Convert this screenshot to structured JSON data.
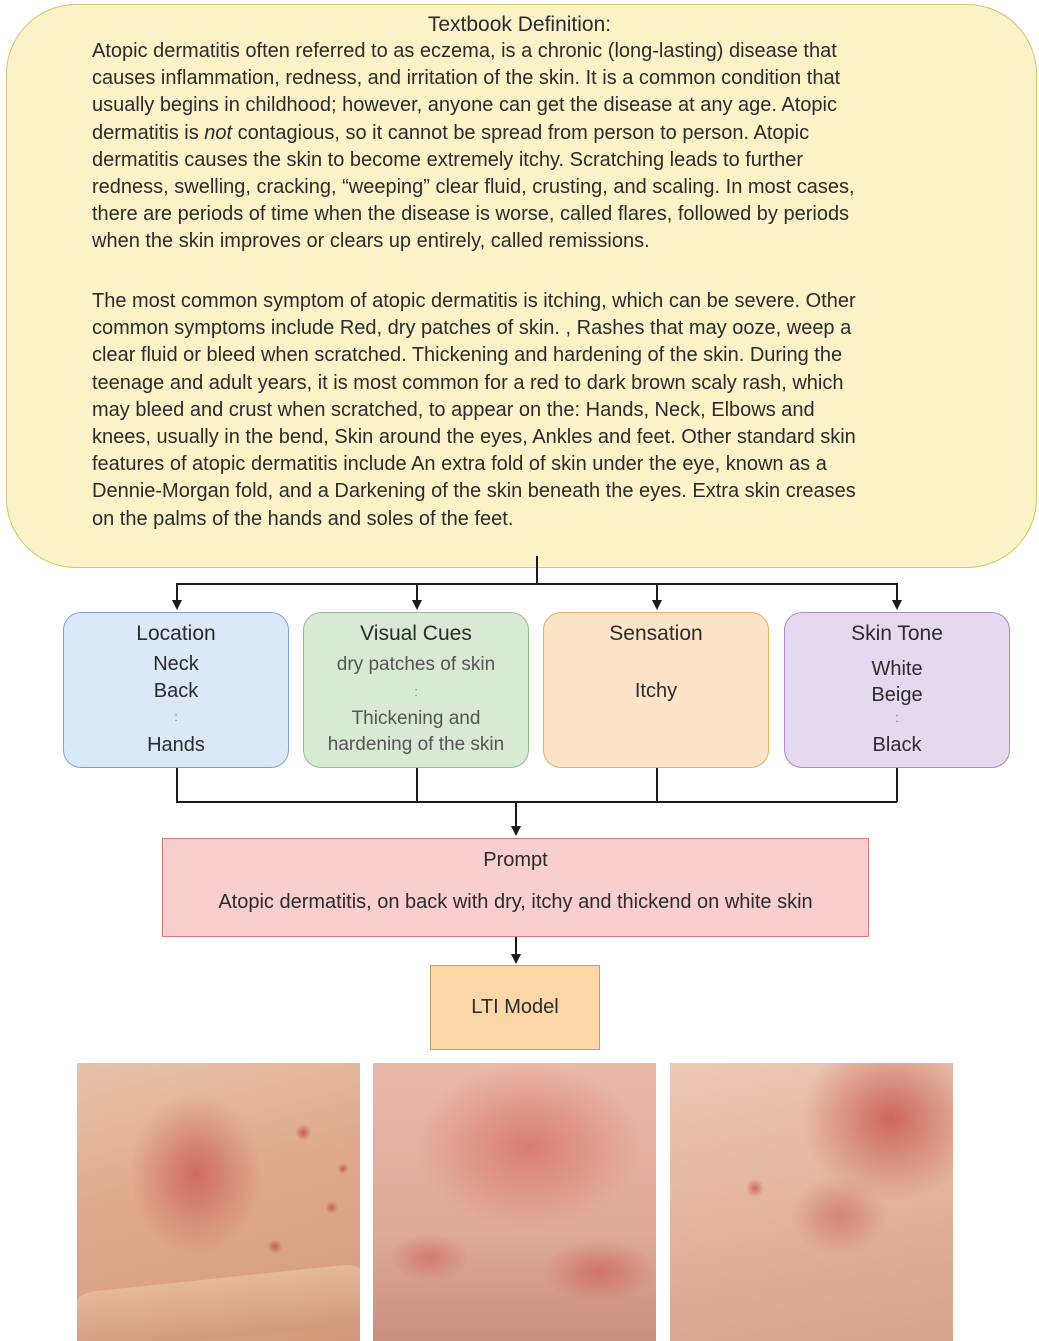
{
  "definition": {
    "title": "Textbook Definition:",
    "para1_lines": [
      "Atopic dermatitis often referred to as eczema, is a chronic (long-lasting) disease that",
      "causes inflammation, redness, and irritation of the skin. It is a common condition that",
      "usually begins in childhood; however, anyone can get the disease at any age. Atopic",
      "dermatitis is not contagious, so it cannot be spread from person to person. Atopic",
      "dermatitis causes the skin to become extremely itchy. Scratching leads to further",
      "redness, swelling, cracking, “weeping” clear fluid, crusting, and scaling. In most cases,",
      "there are periods of time when the disease is worse, called flares, followed by periods",
      "when the skin improves or clears up entirely, called remissions."
    ],
    "para2_lines": [
      "The most common symptom of atopic dermatitis is itching, which can be severe. Other",
      "common symptoms include Red, dry patches of skin. , Rashes that may ooze, weep a",
      "clear fluid or bleed when scratched. Thickening and hardening of the skin. During the",
      "teenage and adult years, it is most common for a red to dark brown scaly rash, which",
      "may bleed and crust when scratched, to appear on the: Hands, Neck, Elbows and",
      "knees, usually in the bend, Skin around the eyes, Ankles and feet. Other standard skin",
      "features of atopic dermatitis include An extra fold of skin under the eye, known as a",
      "Dennie-Morgan fold, and a Darkening of the skin beneath the eyes. Extra skin creases",
      "on the palms of the hands and soles of the feet."
    ]
  },
  "categories": {
    "location": {
      "title": "Location",
      "items": [
        "Neck",
        "Back",
        ":",
        "Hands"
      ]
    },
    "visual_cues": {
      "title": "Visual Cues",
      "items": [
        "dry patches of skin",
        ":",
        "Thickening and",
        "hardening of the skin"
      ]
    },
    "sensation": {
      "title": "Sensation",
      "items": [
        "Itchy"
      ]
    },
    "skin_tone": {
      "title": "Skin Tone",
      "items": [
        "White",
        "Beige",
        ":",
        "Black"
      ]
    }
  },
  "prompt": {
    "title": "Prompt",
    "text": "Atopic dermatitis, on back with dry, itchy and thickend on white skin"
  },
  "model": {
    "label": "LTI Model"
  },
  "colors": {
    "definition_fill": "#fbf2c8",
    "location_fill": "#dbe8f7",
    "visual_cues_fill": "#d8ead4",
    "sensation_fill": "#fde4c8",
    "skin_tone_fill": "#e4d9ee",
    "prompt_fill": "#f8cece",
    "model_fill": "#fbd6a6"
  }
}
